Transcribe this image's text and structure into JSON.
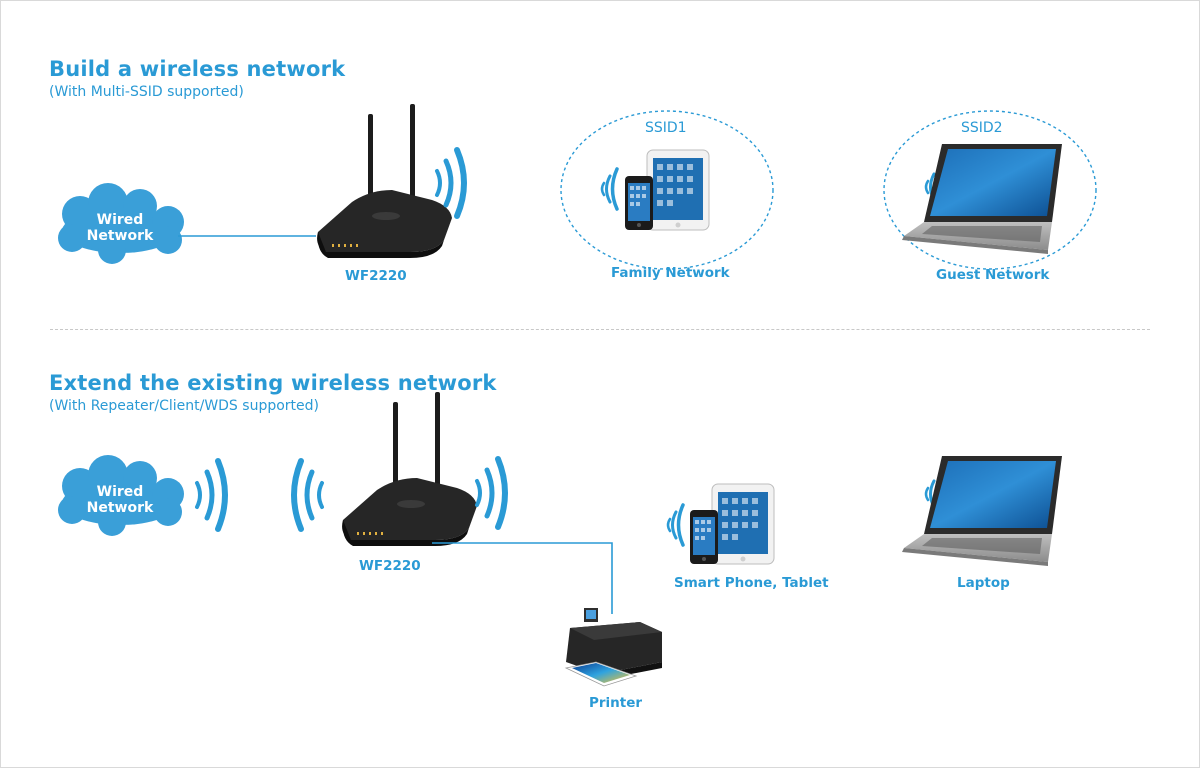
{
  "colors": {
    "accent": "#2a9ad5",
    "cloud": "#3a9fd8",
    "device_dark": "#1c1c1c",
    "divider": "#c8c8c8"
  },
  "section1": {
    "title": "Build a wireless network",
    "subtitle": "(With Multi-SSID supported)",
    "cloud_line1": "Wired",
    "cloud_line2": "Network",
    "router_label": "WF2220",
    "ssid1": "SSID1",
    "ssid1_caption": "Family Network",
    "ssid2": "SSID2",
    "ssid2_caption": "Guest Network"
  },
  "section2": {
    "title": "Extend the existing wireless network",
    "subtitle": "(With Repeater/Client/WDS supported)",
    "cloud_line1": "Wired",
    "cloud_line2": "Network",
    "router_label": "WF2220",
    "phone_tablet_caption": "Smart Phone, Tablet",
    "laptop_caption": "Laptop",
    "printer_caption": "Printer"
  },
  "icons": [
    "cloud-icon",
    "router-icon",
    "wifi-waves-icon",
    "phone-icon",
    "tablet-icon",
    "laptop-icon",
    "printer-icon"
  ]
}
